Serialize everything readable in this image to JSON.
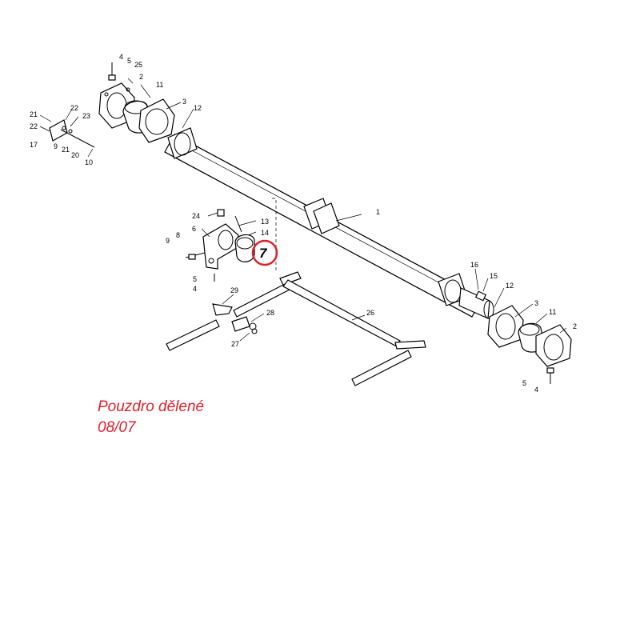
{
  "caption": {
    "title": "Pouzdro dělené",
    "code": "08/07",
    "color": "#e0202a"
  },
  "highlight": {
    "label": "7",
    "color": "#e0202a"
  },
  "callouts": {
    "c4a": "4",
    "c5a": "5",
    "c25": "25",
    "c2a": "2",
    "c11a": "11",
    "c3a": "3",
    "c12a": "12",
    "c21a": "21",
    "c22a": "22",
    "c22b": "22",
    "c23": "23",
    "c17": "17",
    "c9a": "9",
    "c21b": "21",
    "c20": "20",
    "c10": "10",
    "c24": "24",
    "c13": "13",
    "c6": "6",
    "c14": "14",
    "c8": "8",
    "c9b": "9",
    "c5b": "5",
    "c4b": "4",
    "c1": "1",
    "c16": "16",
    "c15": "15",
    "c12b": "12",
    "c3b": "3",
    "c11b": "11",
    "c2b": "2",
    "c5c": "5",
    "c4c": "4",
    "c29": "29",
    "c28": "28",
    "c27": "27",
    "c26": "26"
  }
}
